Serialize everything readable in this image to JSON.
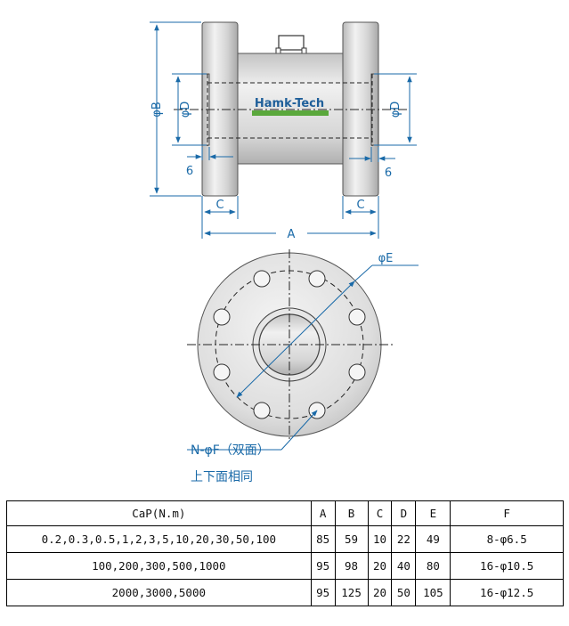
{
  "side_view": {
    "logo_text": "Hamk-Tech",
    "dim_phiB": "φB",
    "dim_phiD_left": "φD",
    "dim_phiD_right": "φD",
    "dim_6_left": "6",
    "dim_6_right": "6",
    "dim_C_left": "C",
    "dim_C_right": "C",
    "dim_A": "A"
  },
  "front_view": {
    "dim_phiE": "φE",
    "holes_note": "N-φF（双面）",
    "same_note": "上下面相同"
  },
  "table": {
    "headers": [
      "CaP(N.m)",
      "A",
      "B",
      "C",
      "D",
      "E",
      "F"
    ],
    "rows": [
      [
        "0.2,0.3,0.5,1,2,3,5,10,20,30,50,100",
        "85",
        "59",
        "10",
        "22",
        "49",
        "8-φ6.5"
      ],
      [
        "100,200,300,500,1000",
        "95",
        "98",
        "20",
        "40",
        "80",
        "16-φ10.5"
      ],
      [
        "2000,3000,5000",
        "95",
        "125",
        "20",
        "50",
        "105",
        "16-φ12.5"
      ]
    ]
  },
  "colors": {
    "dimension_line": "#1a6aa8",
    "logo_text": "#1f5f9a",
    "logo_band": "#5aa83c",
    "metal": "#d8d8d8"
  }
}
